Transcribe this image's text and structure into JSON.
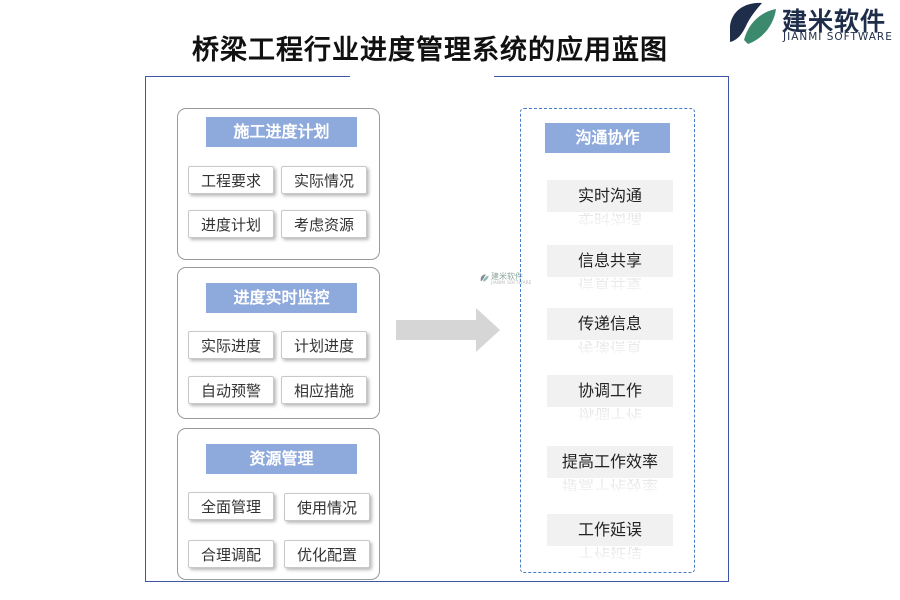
{
  "title": "桥梁工程行业进度管理系统的应用蓝图",
  "logo": {
    "name_cn": "建米软件",
    "name_en": "JIANMI SOFTWARE"
  },
  "watermark": {
    "text": "建米软件",
    "sub": "JIANMI SOFTWARE"
  },
  "left_groups": [
    {
      "title": "施工进度计划",
      "items": [
        "工程要求",
        "实际情况",
        "进度计划",
        "考虑资源"
      ]
    },
    {
      "title": "进度实时监控",
      "items": [
        "实际进度",
        "计划进度",
        "自动预警",
        "相应措施"
      ]
    },
    {
      "title": "资源管理",
      "items": [
        "全面管理",
        "使用情况",
        "合理调配",
        "优化配置"
      ]
    }
  ],
  "right_panel": {
    "title": "沟通协作",
    "items": [
      "实时沟通",
      "信息共享",
      "传递信息",
      "协调工作",
      "提高工作效率",
      "工作延误"
    ]
  },
  "colors": {
    "header_fill": "#8ea9db",
    "frame_border": "#3f56a8",
    "logo_green": "#3b8a6e",
    "logo_navy": "#1e2d49",
    "arrow": "#d6d6d6"
  },
  "icons": {
    "arrow": "right-arrow-icon",
    "logo": "leaf-logo-icon"
  }
}
